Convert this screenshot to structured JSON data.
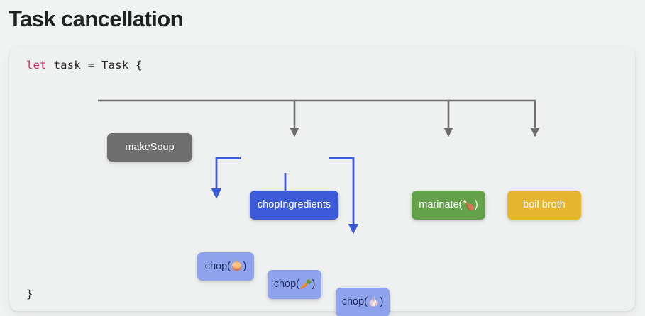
{
  "page": {
    "title": "Task cancellation",
    "background_color": "#f1f2f2"
  },
  "code_card": {
    "background_color": "#eff0f0",
    "lines": {
      "open_keyword": "let",
      "open_rest": " task = Task {",
      "close": "}"
    }
  },
  "diagram": {
    "type": "task-tree",
    "edge_colors": {
      "gray": "#6e6e6e",
      "blue": "#3d5bd9"
    },
    "nodes": [
      {
        "id": "makeSoup",
        "label": "makeSoup",
        "color": "#6e6e6e",
        "text_color": "#ffffff",
        "level": 0
      },
      {
        "id": "chopIngredients",
        "label": "chopIngredients",
        "color": "#3d5bd9",
        "text_color": "#ffffff",
        "level": 1
      },
      {
        "id": "marinate",
        "label": "marinate(",
        "emoji": "🍗",
        "label_suffix": ")",
        "color": "#63a24b",
        "text_color": "#ffffff",
        "level": 1
      },
      {
        "id": "boilBroth",
        "label": "boil broth",
        "color": "#e5b52f",
        "text_color": "#ffffff",
        "level": 1
      },
      {
        "id": "chopOnion",
        "label": "chop(",
        "emoji": "🧅",
        "label_suffix": ")",
        "color": "#8fa3ec",
        "text_color": "#1d2a63",
        "level": 2
      },
      {
        "id": "chopCarrot",
        "label": "chop(",
        "emoji": "🥕",
        "label_suffix": ")",
        "color": "#8fa3ec",
        "text_color": "#1d2a63",
        "level": 2
      },
      {
        "id": "chopGarlic",
        "label": "chop(",
        "emoji": "🧄",
        "label_suffix": ")",
        "color": "#8fa3ec",
        "text_color": "#1d2a63",
        "level": 2
      }
    ],
    "edges": [
      {
        "from": "makeSoup",
        "to": "chopIngredients",
        "color": "#6e6e6e"
      },
      {
        "from": "makeSoup",
        "to": "marinate",
        "color": "#6e6e6e"
      },
      {
        "from": "makeSoup",
        "to": "boilBroth",
        "color": "#6e6e6e"
      },
      {
        "from": "chopIngredients",
        "to": "chopOnion",
        "color": "#3d5bd9"
      },
      {
        "from": "chopIngredients",
        "to": "chopCarrot",
        "color": "#3d5bd9"
      },
      {
        "from": "chopIngredients",
        "to": "chopGarlic",
        "color": "#3d5bd9"
      }
    ]
  }
}
